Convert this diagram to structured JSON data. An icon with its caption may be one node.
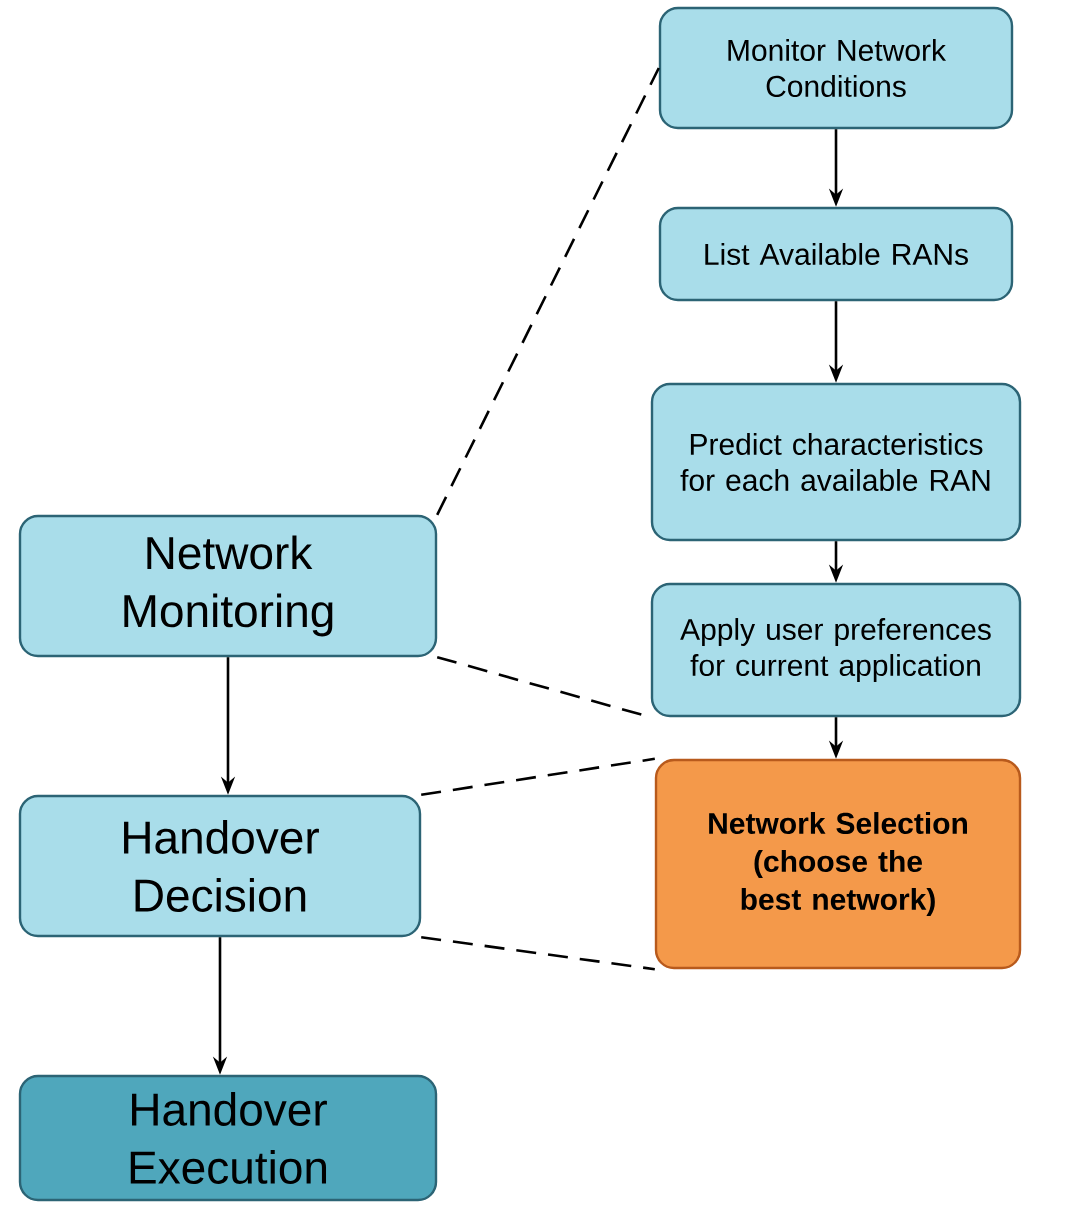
{
  "diagram": {
    "nodes": [
      {
        "text": [
          "Monitor Network Conditions"
        ]
      },
      {
        "text": [
          "List Available RANs"
        ]
      },
      {
        "text": [
          "Predict characteristics for each available RAN"
        ]
      },
      {
        "text": [
          "Apply user preferences for current application"
        ]
      },
      {
        "text": [
          "Network Monitoring"
        ]
      },
      {
        "text": [
          "Network Selection (choose the best network)"
        ]
      },
      {
        "text": [
          "Handover Decision"
        ]
      },
      {
        "text": [
          "Handover Execution"
        ]
      }
    ],
    "edges": [
      {
        "from": 0,
        "to": 1,
        "arrow": "to"
      },
      {
        "from": 1,
        "to": 2,
        "arrow": "to"
      },
      {
        "from": 2,
        "to": 3,
        "arrow": "to"
      },
      {
        "from": 3,
        "to": 5,
        "arrow": "to"
      },
      {
        "from": 4,
        "to": 6,
        "arrow": "to"
      },
      {
        "from": 6,
        "to": 7,
        "arrow": "to"
      },
      {
        "from": 4,
        "to": 0,
        "arrow": "none",
        "style": "dashed"
      },
      {
        "from": 4,
        "to": 3,
        "arrow": "none",
        "style": "dashed"
      },
      {
        "from": 6,
        "to": 5,
        "arrow": "none",
        "style": "dashed"
      },
      {
        "from": 6,
        "to": 5,
        "arrow": "none",
        "style": "dashed"
      }
    ]
  }
}
